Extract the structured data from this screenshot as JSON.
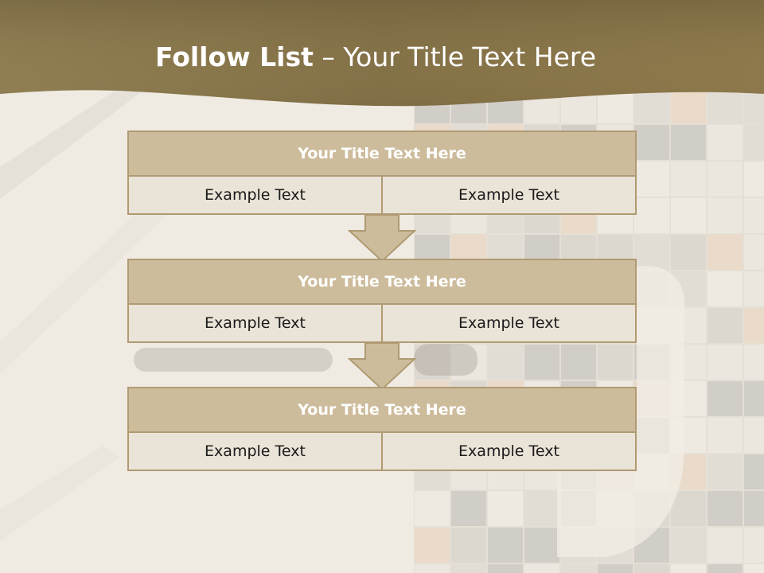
{
  "slide": {
    "title_bold": "Follow List",
    "title_rest": " – Your Title Text Here"
  },
  "blocks": [
    {
      "title": "Your Title Text Here",
      "left": "Example Text",
      "right": "Example Text"
    },
    {
      "title": "Your Title Text Here",
      "left": "Example Text",
      "right": "Example Text"
    },
    {
      "title": "Your Title Text Here",
      "left": "Example Text",
      "right": "Example Text"
    }
  ],
  "colors": {
    "banner": "#8c7a4e",
    "header_fill": "#cdbc9c",
    "border": "#b09a72",
    "cell_fill": "#eae3d7"
  }
}
